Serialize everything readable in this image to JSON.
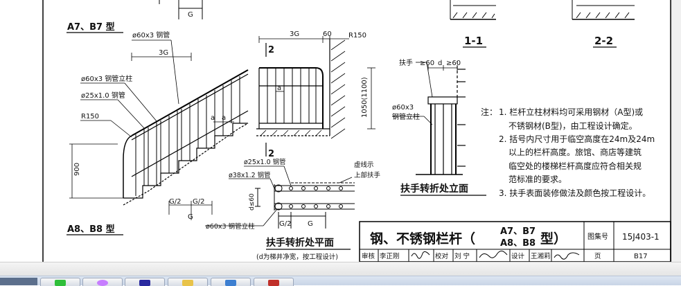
{
  "drawing": {
    "label_a7b7": "A7、B7 型",
    "label_a8b8": "A8、B8 型",
    "steel_pipe_top": "ø60x3 钢管",
    "steel_pipe_post": "ø60x3 钢管立柱",
    "steel_pipe_small": "ø25x1.0 钢管",
    "radius": "R150",
    "dim_3g": "3G",
    "dim_g_half_1": "G/2",
    "dim_g_half_2": "G/2",
    "dim_g": "G",
    "dim_900": "900",
    "dim_1050": "1050(1100)",
    "dim_60": "60",
    "dim_a": "a",
    "section_2": "2",
    "section_1_1": "1-1",
    "section_2_2": "2-2",
    "plan_pipe_small": "ø25x1.0 钢管",
    "plan_pipe_38": "ø38x1.2 钢管",
    "plan_pipe_post": "ø60x3 钢管立柱",
    "dashed_note_1": "虚线示",
    "dashed_note_2": "上部扶手",
    "dim_d_le_60": "d≤60",
    "handrail": "扶手",
    "ge60_1": "≥60",
    "d_sym": "d",
    "ge60_2": "≥60",
    "elev_post_1": "ø60x3",
    "elev_post_2": "钢管立柱",
    "title_plan": "扶手转折处平面",
    "title_plan_note": "(d为梯井净宽，按工程设计)",
    "title_elev": "扶手转折处立面"
  },
  "notes": {
    "heading": "注：",
    "line1": "1. 栏杆立柱材料均可采用钢材（A型)或",
    "line2": "不锈钢材(B型)，由工程设计确定。",
    "line3": "2. 括号内尺寸用于临空高度在24m及24m",
    "line4": "以上的栏杆高度。旅馆、商店等建筑",
    "line5": "临空处的楼梯栏杆高度应符合相关规",
    "line6": "范标准的要求。",
    "line7": "3. 扶手表面装修做法及颜色按工程设计。"
  },
  "title_block": {
    "main_prefix": "钢、不锈钢栏杆（",
    "types_top": "A7、B7",
    "types_bottom": "A8、B8",
    "main_suffix": "型）",
    "atlas_label": "图集号",
    "atlas_no": "15J403-1",
    "review_label": "审核",
    "reviewer": "李正刚",
    "check_label": "校对",
    "checker": "刘 宁",
    "design_label": "设计",
    "designer": "王湘莉",
    "page_label": "页",
    "page_no": "B17"
  },
  "taskbar": {
    "icons": [
      "app-icon-1",
      "app-icon-2",
      "app-icon-3",
      "app-icon-4",
      "app-icon-5",
      "app-icon-6"
    ],
    "colors": [
      "#2fbf3a",
      "#c77dff",
      "#2a2aa0",
      "#e8c34a",
      "#3d7fd1",
      "#c0302a"
    ]
  }
}
